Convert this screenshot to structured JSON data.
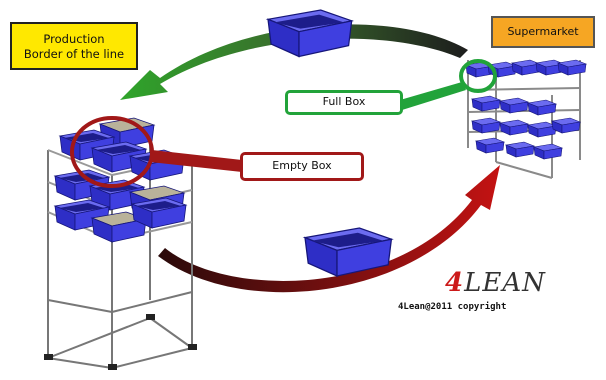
{
  "labels": {
    "production_line1": "Production",
    "production_line2": "Border of the line",
    "supermarket": "Supermarket",
    "full_box": "Full Box",
    "empty_box": "Empty Box"
  },
  "logo": {
    "four": "4",
    "word": "LEAN",
    "copyright": "4Lean@2011 copyright"
  },
  "colors": {
    "production_label_bg": "#ffe800",
    "supermarket_label_bg": "#f6a623",
    "full_box_accent": "#22a33a",
    "empty_box_accent": "#a11818",
    "bin_blue": "#3b3bd6",
    "green_arrow": "#2e9a2a",
    "red_arrow": "#b01010"
  }
}
